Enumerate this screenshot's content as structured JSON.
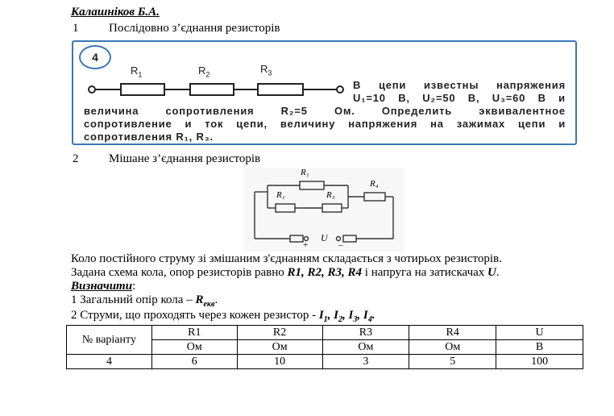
{
  "author": "Калашніков Б.А.",
  "section1": {
    "number": "1",
    "title": "Послідовно з’єднання резисторів"
  },
  "problem": {
    "number": "4",
    "resistor_labels": [
      "R",
      "R",
      "R"
    ],
    "resistor_subs": [
      "1",
      "2",
      "3"
    ],
    "line1": [
      "В",
      "цепи",
      "известны",
      "напряжения"
    ],
    "line2": [
      "U₁=10",
      "В,",
      "U₂=50",
      "В,",
      "U₃=60",
      "В",
      "и"
    ],
    "line3": [
      "величина",
      "сопротивления",
      "R₂=5",
      "Ом.",
      "Определить",
      "эквивалентное"
    ],
    "line4": [
      "сопротивление",
      "и",
      "ток",
      "цепи,",
      "величину",
      "напряжения",
      "на",
      "зажимах",
      "цепи",
      "и"
    ],
    "line5": "сопротивления R₁, R₃."
  },
  "section2": {
    "number": "2",
    "title": "Мішане з’єднання резисторів"
  },
  "diagram": {
    "labels": {
      "r1_top": "R₁",
      "r1_mid": "R₁",
      "r3": "R₃",
      "r4": "R₄",
      "u": "U",
      "plus": "+",
      "minus": "–"
    }
  },
  "paragraph": {
    "line1": "Коло постійного струму зі змішаним з'єднанням складається з чотирьох резисторів.",
    "line2_a": "Задана схема кола, опор резисторів равно ",
    "line2_b": "R1, R2, R3, R4",
    "line2_c": " і напруга на затискачах ",
    "line2_d": "U",
    "line2_e": ".",
    "determine": "Визначити",
    "determine_colon": ":",
    "item1_a": "1 Загальний опір кола – ",
    "item1_b": "R",
    "item1_sub": "екв",
    "item1_end": ".",
    "item2_a": "2 Струми, що проходять через кожен резистор - ",
    "item2_parts": [
      "I",
      "1",
      ", ",
      "I",
      "2",
      ", ",
      "I",
      "3",
      ", ",
      "I",
      "4",
      "."
    ]
  },
  "table": {
    "variant_header": "№ варіанту",
    "columns": [
      {
        "name": "R1",
        "unit": "Ом"
      },
      {
        "name": "R2",
        "unit": "Ом"
      },
      {
        "name": "R3",
        "unit": "Ом"
      },
      {
        "name": "R4",
        "unit": "Ом"
      },
      {
        "name": "U",
        "unit": "В"
      }
    ],
    "rows": [
      {
        "variant": "4",
        "values": [
          "6",
          "10",
          "3",
          "5",
          "100"
        ]
      }
    ]
  }
}
